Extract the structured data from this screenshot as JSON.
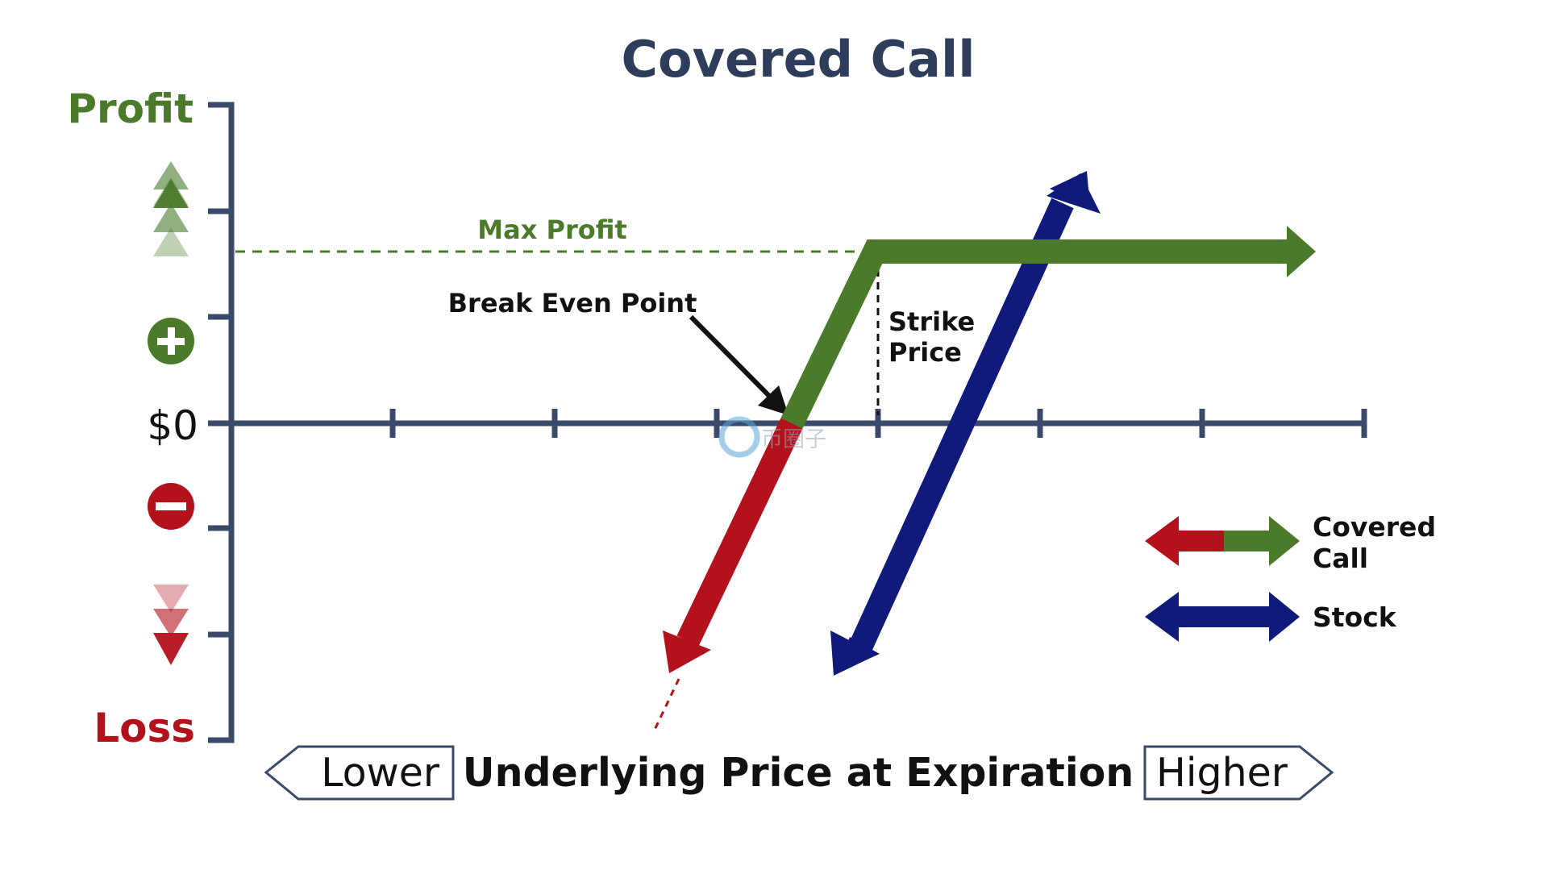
{
  "title": "Covered Call",
  "y_axis": {
    "top_label": "Profit",
    "bottom_label": "Loss",
    "zero_label": "$0"
  },
  "x_axis": {
    "title": "Underlying Price at Expiration",
    "left_label": "Lower",
    "right_label": "Higher"
  },
  "annotations": {
    "max_profit": "Max Profit",
    "break_even": "Break Even Point",
    "strike_line1": "Strike",
    "strike_line2": "Price"
  },
  "legend": {
    "covered_call_line1": "Covered",
    "covered_call_line2": "Call",
    "stock": "Stock"
  },
  "colors": {
    "title": "#2f3d5c",
    "axis": "#3b4a6b",
    "profit": "#4a7a2a",
    "loss": "#b3121c",
    "stock": "#0f1a7a",
    "text": "#111111"
  },
  "watermark": "币圈子"
}
